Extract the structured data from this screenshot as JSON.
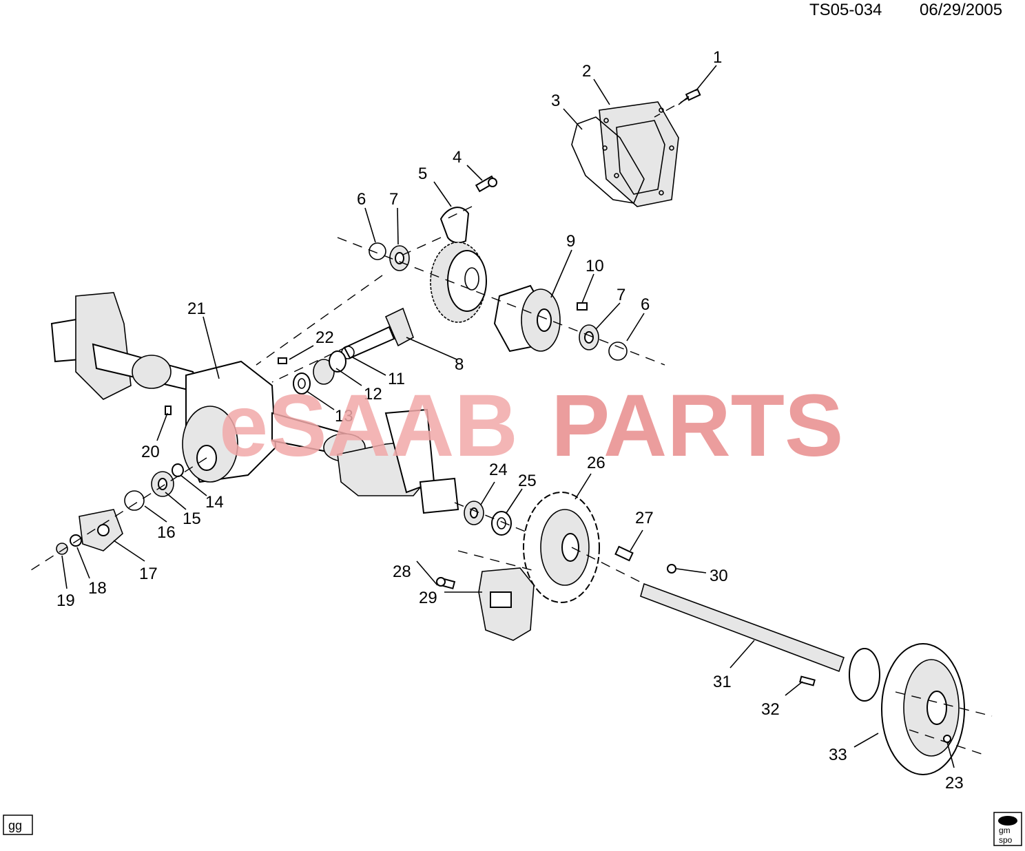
{
  "header": {
    "drawing_id": "TS05-034",
    "date": "06/29/2005"
  },
  "watermark": {
    "left": "eSAAB",
    "right": "PARTS",
    "color_left": "#f1a9a9",
    "color_right": "#e88c8c"
  },
  "corner": {
    "left_tag": "gg",
    "right_logo_line1": "gm",
    "right_logo_line2": "spo"
  },
  "callouts": [
    "1",
    "2",
    "3",
    "4",
    "5",
    "6",
    "7",
    "9",
    "10",
    "7",
    "6",
    "21",
    "22",
    "8",
    "11",
    "12",
    "13",
    "20",
    "14",
    "15",
    "16",
    "17",
    "18",
    "19",
    "24",
    "25",
    "26",
    "27",
    "28",
    "29",
    "30",
    "31",
    "32",
    "33",
    "23"
  ]
}
